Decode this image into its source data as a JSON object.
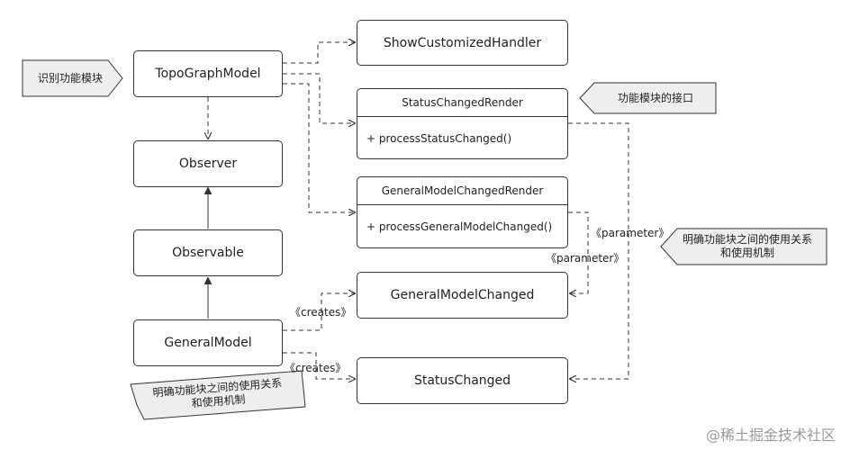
{
  "nodes": {
    "show_customized_handler": "ShowCustomizedHandler",
    "topo_graph_model": "TopoGraphModel",
    "observer": "Observer",
    "observable": "Observable",
    "general_model": "GeneralModel",
    "general_model_changed": "GeneralModelChanged",
    "status_changed": "StatusChanged",
    "status_changed_render": {
      "title": "StatusChangedRender",
      "method": "+ processStatusChanged()"
    },
    "general_model_changed_render": {
      "title": "GeneralModelChangedRender",
      "method": "+ processGeneralModelChanged()"
    }
  },
  "edge_labels": {
    "parameter_1": "《parameter》",
    "parameter_2": "《parameter》",
    "creates_1": "《creates》",
    "creates_2": "《creates》"
  },
  "notes": {
    "identify_modules": "识别功能模块",
    "module_interface": "功能模块的接口",
    "usage_relation_right": [
      "明确功能块之间的使用关系",
      "和使用机制"
    ],
    "usage_relation_bottom": [
      "明确功能块之间的使用关系",
      "和使用机制"
    ]
  },
  "watermark": "@稀土掘金技术社区",
  "colors": {
    "stroke": "#333333",
    "note_fill": "#eeeeee"
  }
}
